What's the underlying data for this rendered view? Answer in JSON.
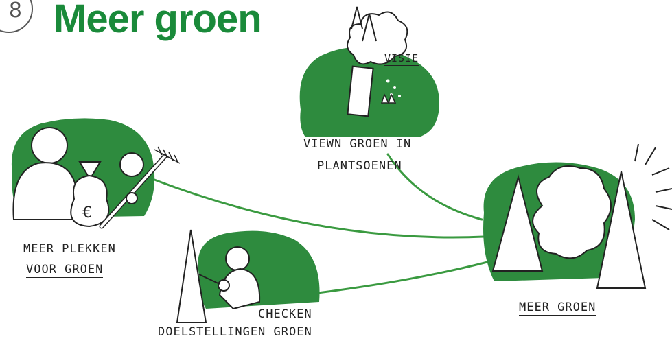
{
  "header": {
    "step_number": "8",
    "title": "Meer groen"
  },
  "nodes": {
    "vision": {
      "label_top": "VISIE",
      "label_line1": "VIEWN GROEN IN",
      "label_line2": "PLANTSOENEN"
    },
    "places": {
      "label_line1": "MEER PLEKKEN",
      "label_line2": "VOOR GROEN",
      "currency_symbol": "€"
    },
    "goals": {
      "label_line1": "CHECKEN",
      "label_line2": "DOELSTELLINGEN GROEN"
    },
    "result": {
      "label": "MEER GROEN"
    }
  },
  "colors": {
    "accent_green": "#1a8a3a",
    "blob_green": "#2e8b3e",
    "line_green": "#3a9a40",
    "ink": "#222222"
  }
}
